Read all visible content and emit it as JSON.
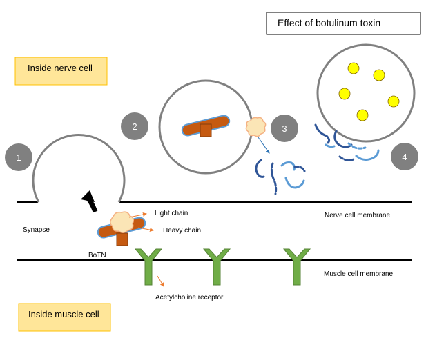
{
  "title": "Effect of botulinum toxin",
  "regions": {
    "nerve": "Inside nerve cell",
    "muscle": "Inside muscle cell"
  },
  "membranes": {
    "nerve": "Nerve cell membrane",
    "muscle": "Muscle cell membrane"
  },
  "labels": {
    "synapse": "Synapse",
    "botn": "BoTN",
    "light_chain": "Light chain",
    "heavy_chain": "Heavy chain",
    "receptor": "Acetylcholine receptor"
  },
  "steps": [
    "1",
    "2",
    "3",
    "4"
  ],
  "colors": {
    "step_circle": "#808080",
    "region_fill": "#ffe699",
    "region_border": "#ffc000",
    "toxin_heavy": "#c55a11",
    "toxin_outline": "#5b9bd5",
    "light_chain": "#fbe5b6",
    "light_chain_border": "#f4b183",
    "receptor": "#70ad47",
    "vesicle_dot": "#ffff00",
    "fragment_dark": "#2f5597",
    "fragment_light": "#5b9bd5",
    "pointer_arrow": "#ed7d31"
  }
}
